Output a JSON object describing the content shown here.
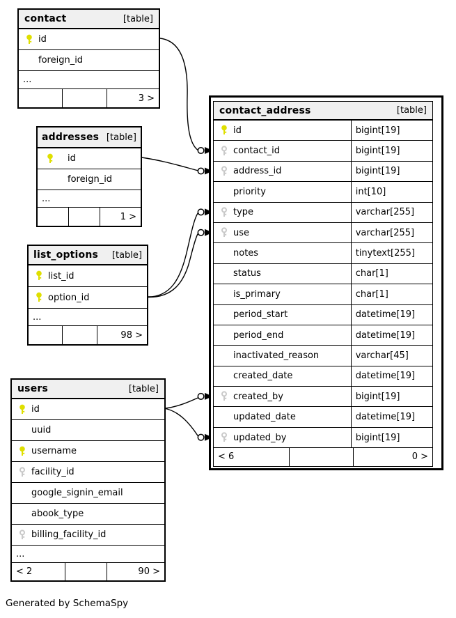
{
  "note": "Generated by SchemaSpy",
  "colors": {
    "primary_key": "#dfdf00",
    "foreign_key": "#c9c9c9",
    "header_bg": "#f0f0f0",
    "border": "#000000"
  },
  "tables": {
    "contact": {
      "name": "contact",
      "tag": "[table]",
      "rows": [
        {
          "name": "id",
          "key": "primary"
        },
        {
          "name": "foreign_id",
          "key": "none"
        },
        {
          "name": "...",
          "key": "none"
        }
      ],
      "footer": [
        "",
        "",
        "3 >"
      ]
    },
    "addresses": {
      "name": "addresses",
      "tag": "[table]",
      "rows": [
        {
          "name": "id",
          "key": "primary"
        },
        {
          "name": "foreign_id",
          "key": "none"
        },
        {
          "name": "...",
          "key": "none"
        }
      ],
      "footer": [
        "",
        "",
        "1 >"
      ]
    },
    "list_options": {
      "name": "list_options",
      "tag": "[table]",
      "rows": [
        {
          "name": "list_id",
          "key": "primary"
        },
        {
          "name": "option_id",
          "key": "primary"
        },
        {
          "name": "...",
          "key": "none"
        }
      ],
      "footer": [
        "",
        "",
        "98 >"
      ]
    },
    "users": {
      "name": "users",
      "tag": "[table]",
      "rows": [
        {
          "name": "id",
          "key": "primary"
        },
        {
          "name": "uuid",
          "key": "none"
        },
        {
          "name": "username",
          "key": "primary"
        },
        {
          "name": "facility_id",
          "key": "foreign"
        },
        {
          "name": "google_signin_email",
          "key": "none"
        },
        {
          "name": "abook_type",
          "key": "none"
        },
        {
          "name": "billing_facility_id",
          "key": "foreign"
        },
        {
          "name": "...",
          "key": "none"
        }
      ],
      "footer": [
        "< 2",
        "",
        "90 >"
      ]
    },
    "contact_address": {
      "name": "contact_address",
      "tag": "[table]",
      "rows": [
        {
          "name": "id",
          "type": "bigint[19]",
          "key": "primary"
        },
        {
          "name": "contact_id",
          "type": "bigint[19]",
          "key": "foreign"
        },
        {
          "name": "address_id",
          "type": "bigint[19]",
          "key": "foreign"
        },
        {
          "name": "priority",
          "type": "int[10]",
          "key": "none"
        },
        {
          "name": "type",
          "type": "varchar[255]",
          "key": "foreign"
        },
        {
          "name": "use",
          "type": "varchar[255]",
          "key": "foreign"
        },
        {
          "name": "notes",
          "type": "tinytext[255]",
          "key": "none"
        },
        {
          "name": "status",
          "type": "char[1]",
          "key": "none"
        },
        {
          "name": "is_primary",
          "type": "char[1]",
          "key": "none"
        },
        {
          "name": "period_start",
          "type": "datetime[19]",
          "key": "none"
        },
        {
          "name": "period_end",
          "type": "datetime[19]",
          "key": "none"
        },
        {
          "name": "inactivated_reason",
          "type": "varchar[45]",
          "key": "none"
        },
        {
          "name": "created_date",
          "type": "datetime[19]",
          "key": "none"
        },
        {
          "name": "created_by",
          "type": "bigint[19]",
          "key": "foreign"
        },
        {
          "name": "updated_date",
          "type": "datetime[19]",
          "key": "none"
        },
        {
          "name": "updated_by",
          "type": "bigint[19]",
          "key": "foreign"
        }
      ],
      "footer": [
        "< 6",
        "",
        "0 >"
      ]
    }
  },
  "relationships": [
    {
      "from": "contact.id",
      "to": "contact_address.contact_id"
    },
    {
      "from": "addresses.id",
      "to": "contact_address.address_id"
    },
    {
      "from": "list_options.option_id",
      "to": "contact_address.type"
    },
    {
      "from": "list_options.option_id",
      "to": "contact_address.use"
    },
    {
      "from": "users.id",
      "to": "contact_address.created_by"
    },
    {
      "from": "users.id",
      "to": "contact_address.updated_by"
    }
  ]
}
